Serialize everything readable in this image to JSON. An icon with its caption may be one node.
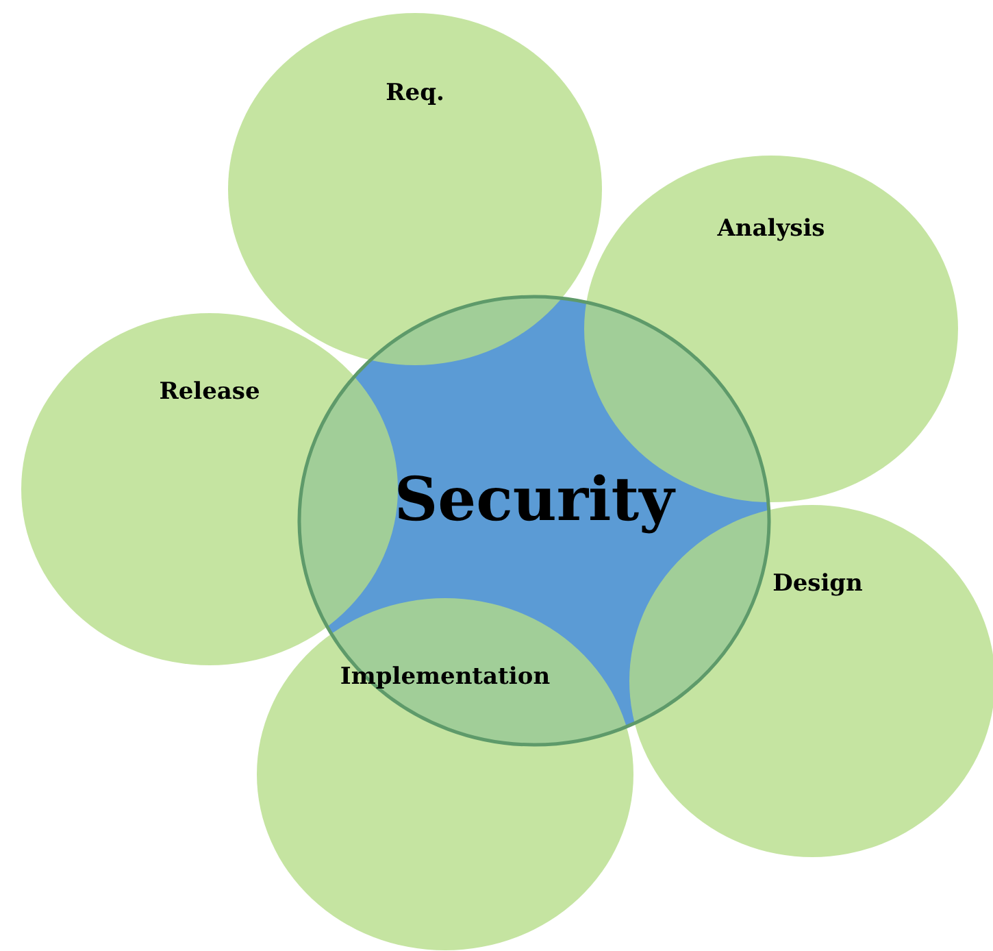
{
  "diagram": {
    "nodes": [
      {
        "text": [
          "Security"
        ]
      },
      {
        "text": [
          "Req."
        ]
      },
      {
        "text": [
          "Analysis"
        ]
      },
      {
        "text": [
          "Design"
        ]
      },
      {
        "text": [
          "Implementation"
        ]
      },
      {
        "text": [
          "Release"
        ]
      }
    ],
    "edges": []
  }
}
